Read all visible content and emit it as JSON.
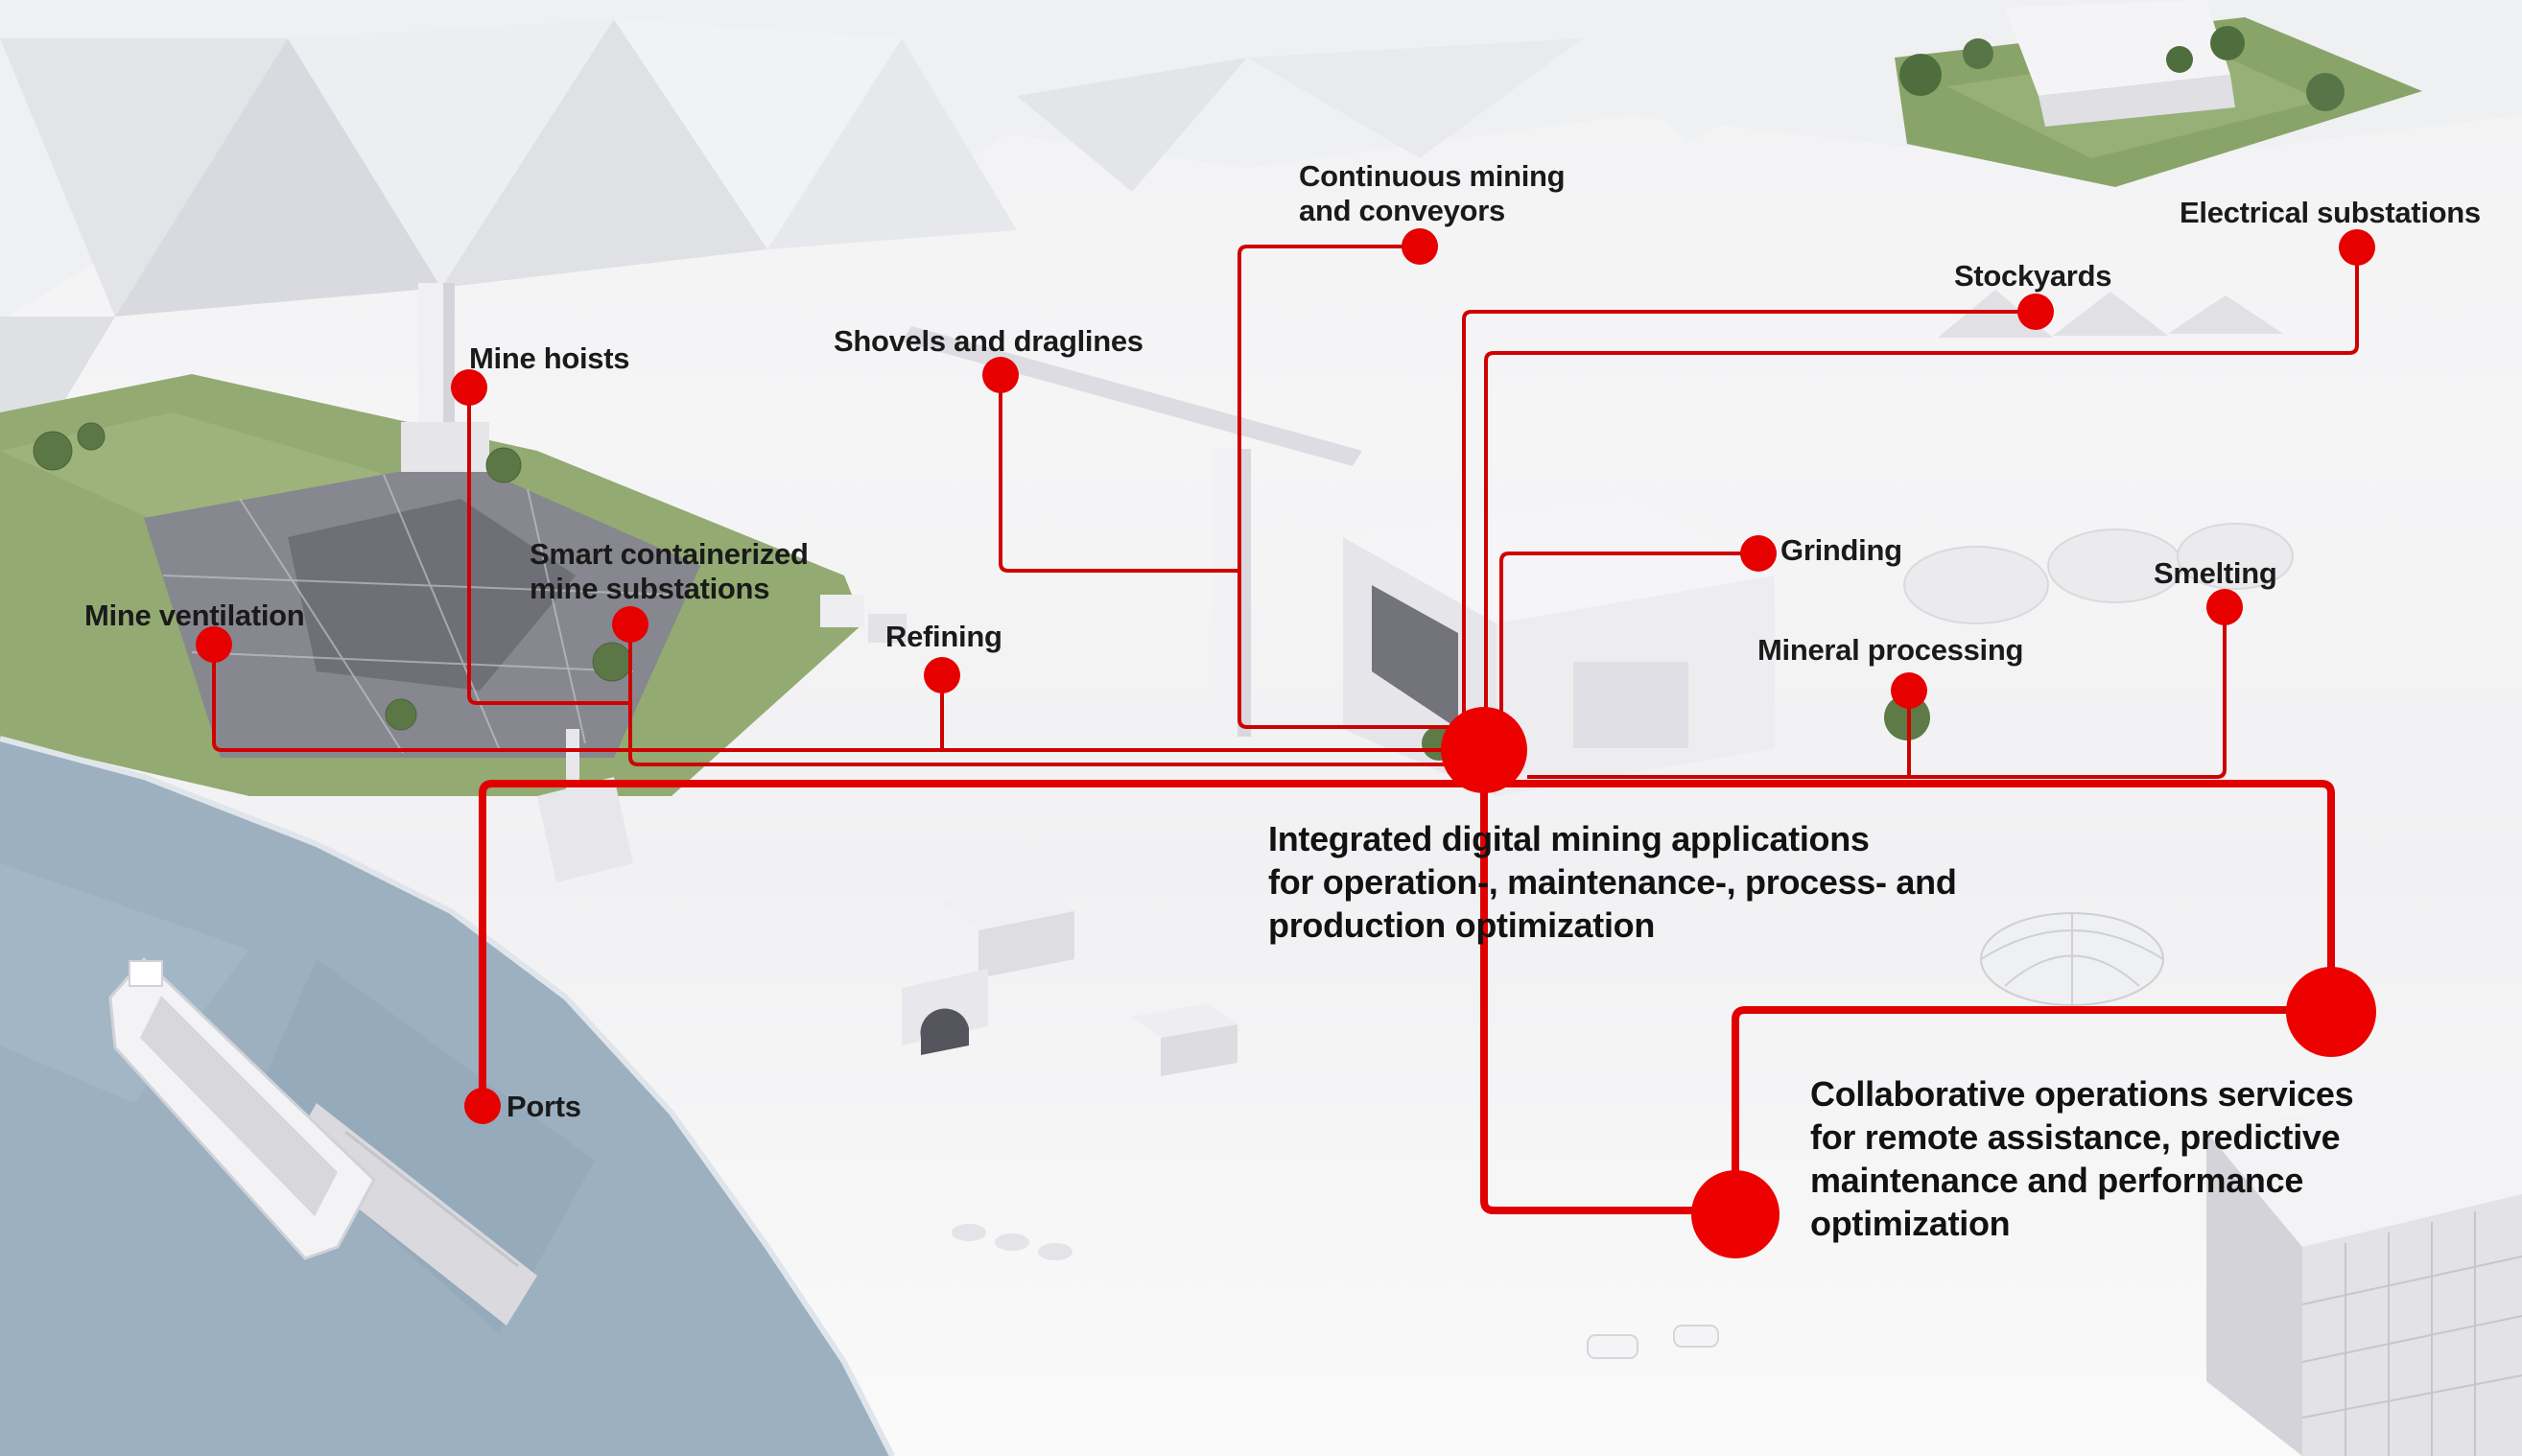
{
  "diagram": {
    "accent_color": "#e60000",
    "hub_color": "#ec0000",
    "thin_line_color": "#cf0101",
    "thick_line_color": "#e10000",
    "label_text_color": "#1a1a1a",
    "water_color": "#9cb0c0",
    "grass_color": "#93ab72",
    "callouts": [
      {
        "id": "mine-ventilation",
        "lines": [
          "Mine ventilation"
        ]
      },
      {
        "id": "mine-hoists",
        "lines": [
          "Mine hoists"
        ]
      },
      {
        "id": "smart-containerized-mine-substations",
        "lines": [
          "Smart containerized",
          "mine substations"
        ]
      },
      {
        "id": "shovels-and-draglines",
        "lines": [
          "Shovels and draglines"
        ]
      },
      {
        "id": "continuous-mining-and-conveyors",
        "lines": [
          "Continuous mining",
          "and conveyors"
        ]
      },
      {
        "id": "refining",
        "lines": [
          "Refining"
        ]
      },
      {
        "id": "stockyards",
        "lines": [
          "Stockyards"
        ]
      },
      {
        "id": "electrical-substations",
        "lines": [
          "Electrical substations"
        ]
      },
      {
        "id": "grinding",
        "lines": [
          "Grinding"
        ]
      },
      {
        "id": "smelting",
        "lines": [
          "Smelting"
        ]
      },
      {
        "id": "mineral-processing",
        "lines": [
          "Mineral processing"
        ]
      },
      {
        "id": "ports",
        "lines": [
          "Ports"
        ]
      }
    ],
    "annotations": [
      {
        "id": "integrated-apps",
        "lines": [
          "Integrated digital mining applications",
          "for operation-, maintenance-, process- and",
          "production optimization"
        ]
      },
      {
        "id": "collaborative-ops",
        "lines": [
          "Collaborative operations services",
          "for remote assistance, predictive",
          "maintenance and performance",
          "optimization"
        ]
      }
    ]
  }
}
